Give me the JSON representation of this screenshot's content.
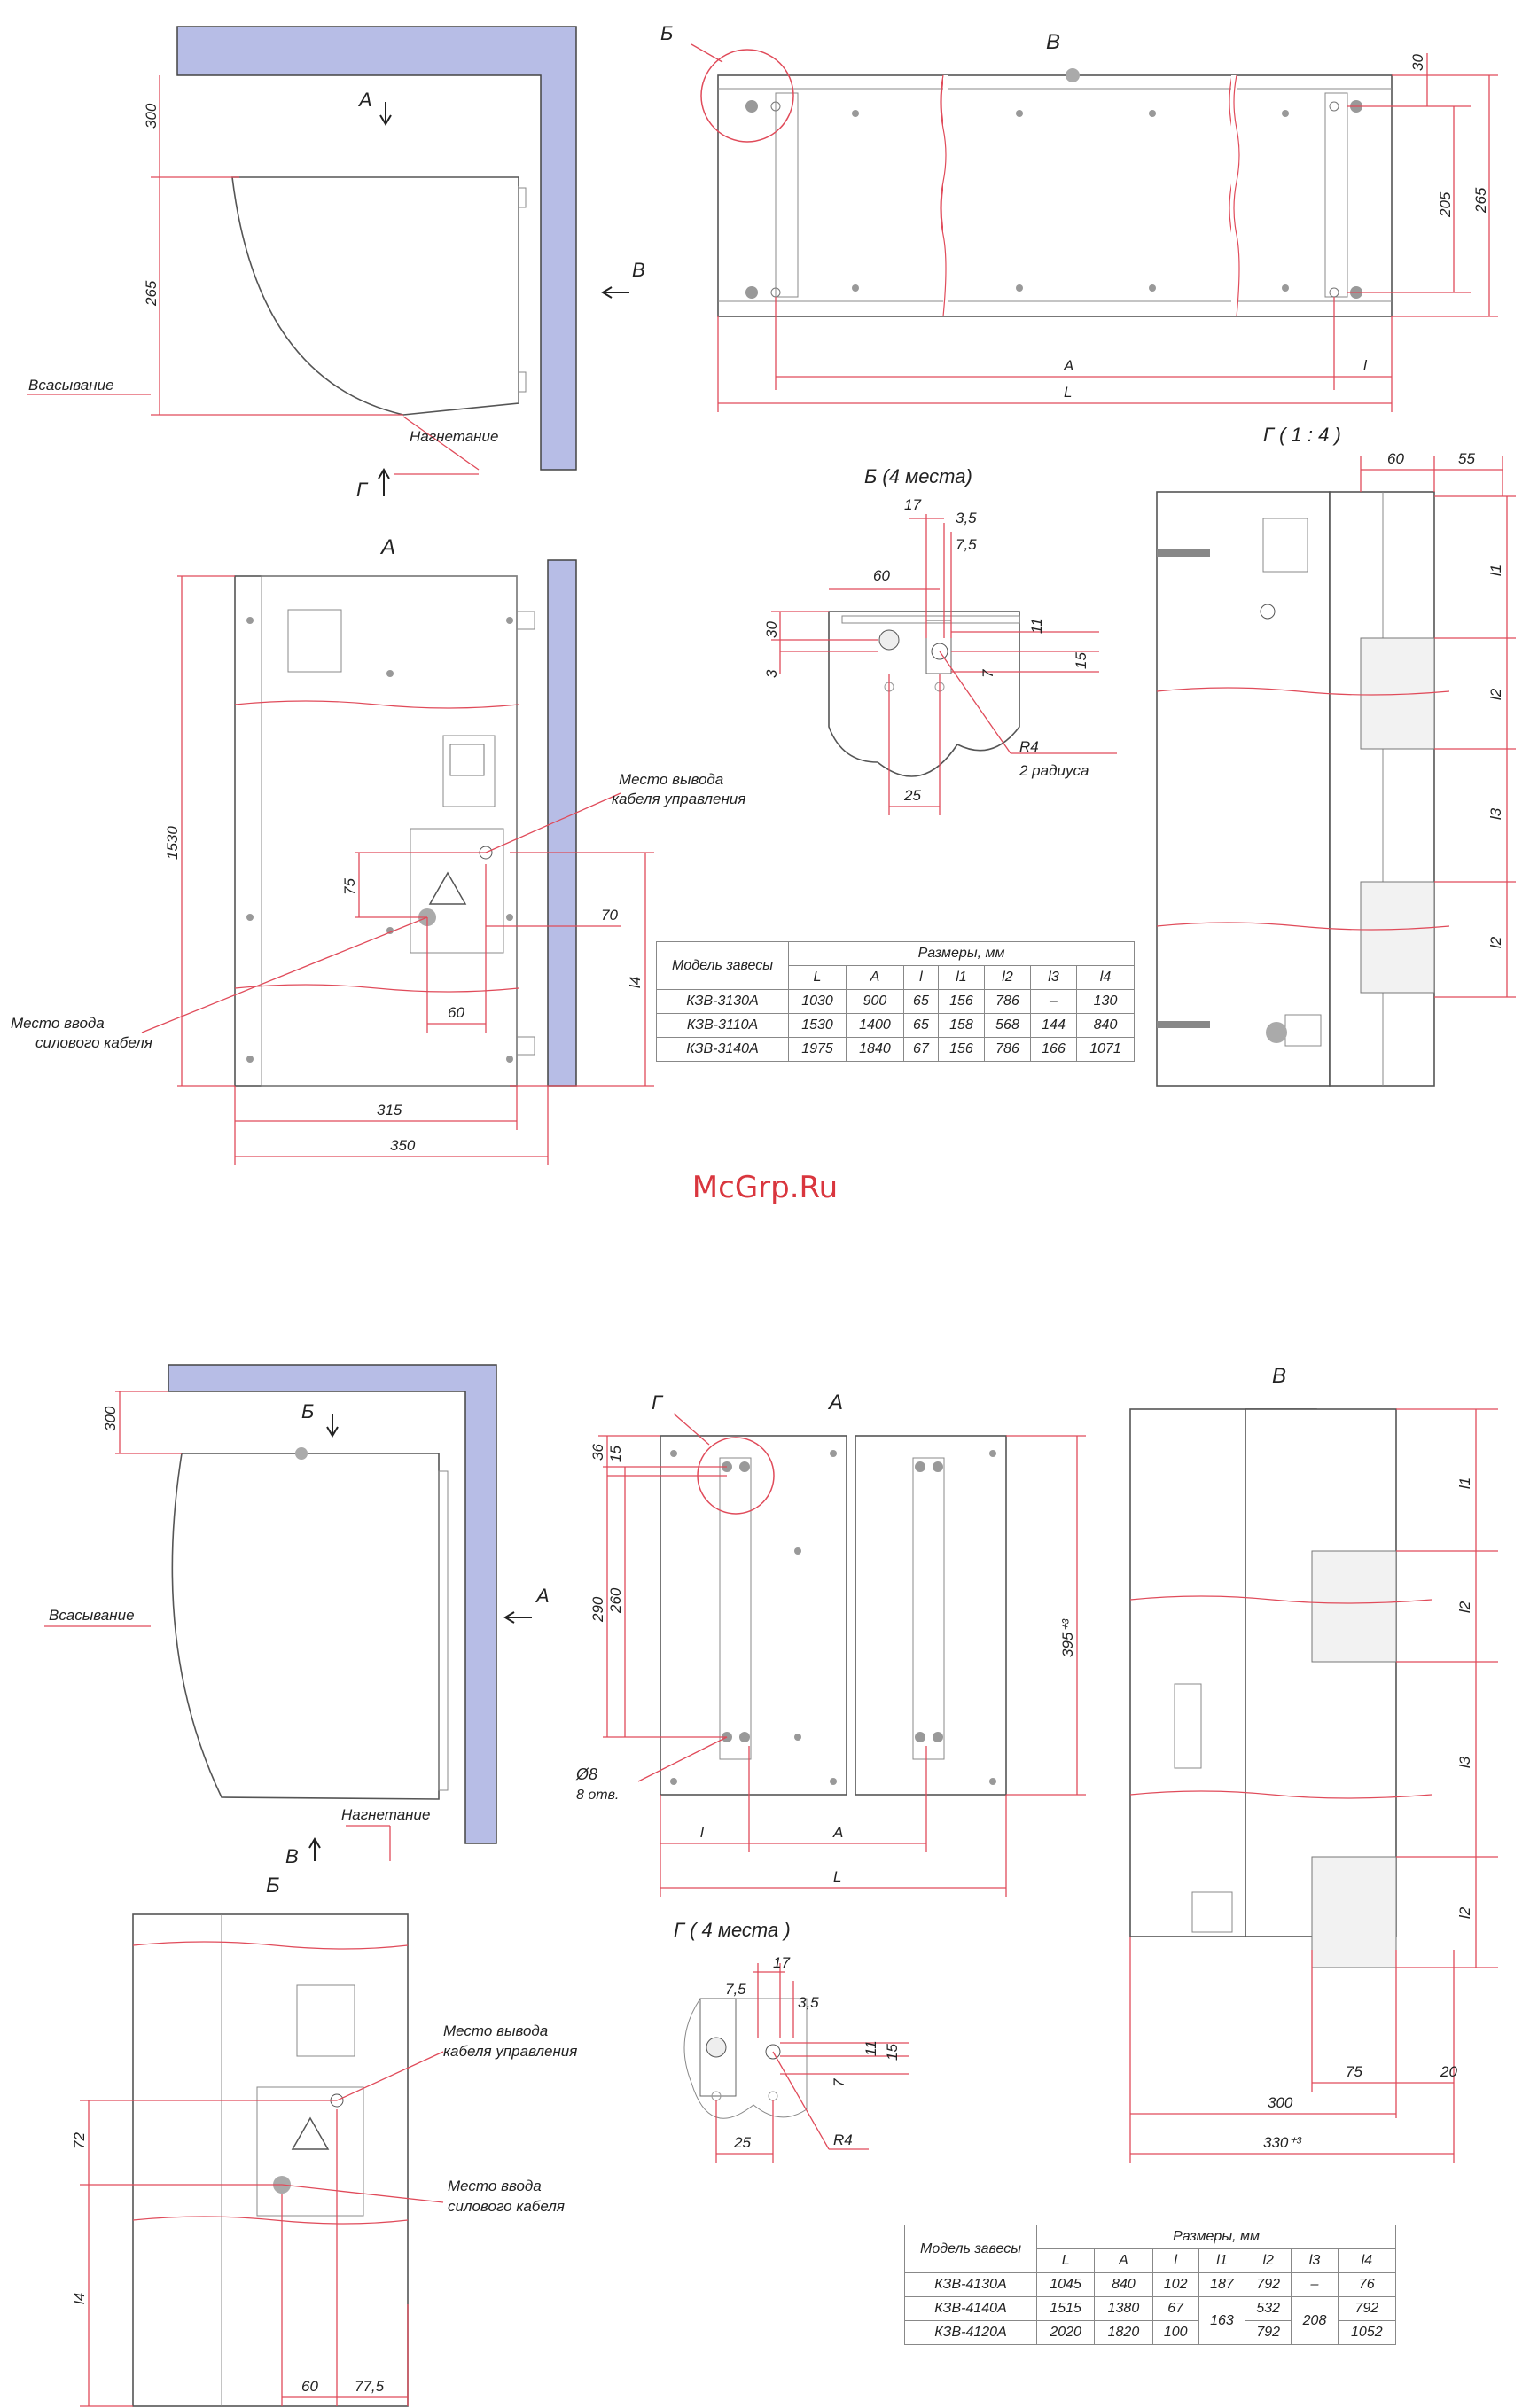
{
  "diagram1": {
    "views": {
      "side": {
        "arrow_a": "А",
        "arrow_v": "В",
        "arrow_g": "Г",
        "dim_300": "300",
        "dim_265": "265",
        "suction": "Всасывание",
        "discharge": "Нагнетание"
      },
      "view_v": {
        "title": "В",
        "mark_b": "Б",
        "dim_30": "30",
        "dim_205": "205",
        "dim_265": "265",
        "dim_A": "A",
        "dim_l": "l",
        "dim_L": "L"
      },
      "view_a": {
        "title": "А",
        "dim_1530": "1530",
        "dim_75": "75",
        "dim_70": "70",
        "dim_60": "60",
        "dim_315": "315",
        "dim_350": "350",
        "dim_l4": "l4",
        "control_cable_1": "Место вывода",
        "control_cable_2": "кабеля управления",
        "power_cable_1": "Место ввода",
        "power_cable_2": "силового кабеля"
      },
      "detail_b": {
        "title": "Б (4 места)",
        "d17": "17",
        "d35": "3,5",
        "d75": "7,5",
        "d60": "60",
        "d30": "30",
        "d3": "3",
        "d11": "11",
        "d15": "15",
        "d7": "7",
        "d25": "25",
        "r4": "R4",
        "r4_note": "2 радиуса"
      },
      "view_g": {
        "title": "Г ( 1 : 4 )",
        "d60": "60",
        "d55": "55",
        "l1": "l1",
        "l2": "l2",
        "l3": "l3",
        "l2b": "l2"
      }
    },
    "table": {
      "caption": "Модель завесы",
      "header_group": "Размеры, мм",
      "columns": [
        "L",
        "A",
        "l",
        "l1",
        "l2",
        "l3",
        "l4"
      ],
      "rows": [
        {
          "model": "КЗВ-3130А",
          "values": [
            "1030",
            "900",
            "65",
            "156",
            "786",
            "–",
            "130"
          ]
        },
        {
          "model": "КЗВ-3110А",
          "values": [
            "1530",
            "1400",
            "65",
            "158",
            "568",
            "144",
            "840"
          ]
        },
        {
          "model": "КЗВ-3140А",
          "values": [
            "1975",
            "1840",
            "67",
            "156",
            "786",
            "166",
            "1071"
          ]
        }
      ]
    }
  },
  "watermark": "McGrp.Ru",
  "diagram2": {
    "views": {
      "side": {
        "arrow_b": "Б",
        "arrow_a": "А",
        "arrow_v": "В",
        "dim_300": "300",
        "suction": "Всасывание",
        "discharge": "Нагнетание"
      },
      "view_a": {
        "title": "А",
        "mark_g": "Г",
        "d36": "36",
        "d15": "15",
        "d290": "290",
        "d260": "260",
        "d395": "395⁺³",
        "hole": "Ø8",
        "hole_note": "8 отв.",
        "dim_l": "l",
        "dim_A": "A",
        "dim_L": "L"
      },
      "view_v": {
        "title": "В",
        "l1": "l1",
        "l2": "l2",
        "l3": "l3",
        "l2b": "l2",
        "d75": "75",
        "d20": "20",
        "d300": "300",
        "d330": "330⁺³"
      },
      "view_b": {
        "title": "Б",
        "d72": "72",
        "l4": "l4",
        "d60": "60",
        "d775": "77,5",
        "control_cable_1": "Место вывода",
        "control_cable_2": "кабеля управления",
        "power_cable_1": "Место ввода",
        "power_cable_2": "силового кабеля"
      },
      "detail_g": {
        "title": "Г ( 4 места )",
        "d17": "17",
        "d75": "7,5",
        "d35": "3,5",
        "d11": "11",
        "d15": "15",
        "d7": "7",
        "d25": "25",
        "r4": "R4"
      }
    },
    "table": {
      "caption": "Модель завесы",
      "header_group": "Размеры, мм",
      "columns": [
        "L",
        "A",
        "l",
        "l1",
        "l2",
        "l3",
        "l4"
      ],
      "rows": [
        {
          "model": "КЗВ-4130А",
          "L": "1045",
          "A": "840",
          "l": "102",
          "l1": "187",
          "l2": "792",
          "l3": "–",
          "l4": "76"
        },
        {
          "model": "КЗВ-4140А",
          "L": "1515",
          "A": "1380",
          "l": "67",
          "l2": "532",
          "l4": "792"
        },
        {
          "model": "КЗВ-4120А",
          "L": "2020",
          "A": "1820",
          "l": "100",
          "l2": "792",
          "l4": "1052"
        }
      ],
      "merged_l1": "163",
      "merged_l3": "208"
    }
  }
}
